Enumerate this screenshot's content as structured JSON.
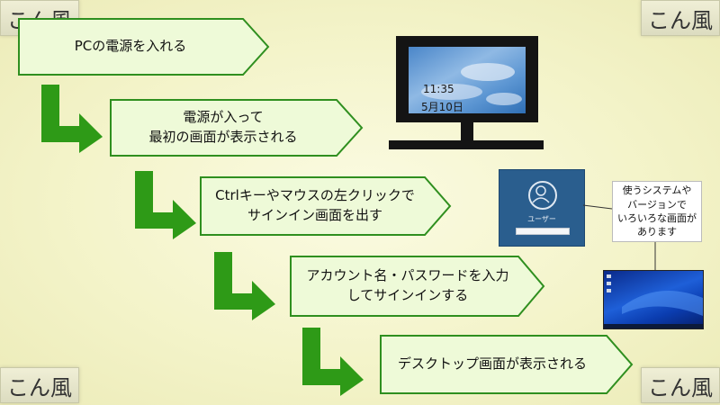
{
  "logo": {
    "text": "こん風"
  },
  "steps": [
    {
      "line1": "PCの電源を入れる",
      "line2": ""
    },
    {
      "line1": "電源が入って",
      "line2": "最初の画面が表示される"
    },
    {
      "line1": "Ctrlキーやマウスの左クリックで",
      "line2": "サインイン画面を出す"
    },
    {
      "line1": "アカウント名・パスワードを入力",
      "line2": "してサインインする"
    },
    {
      "line1": "デスクトップ画面が表示される",
      "line2": ""
    }
  ],
  "monitor": {
    "time": "11:35",
    "date": "5月10日"
  },
  "login_screen": {
    "user_label": "ユーザー"
  },
  "note": {
    "lines": [
      "使うシステムや",
      "バージョンで",
      "いろいろな画面が",
      "あります"
    ]
  },
  "colors": {
    "step_fill": "#eefad8",
    "step_border": "#2f8f1f",
    "arrow": "#2e9a17"
  }
}
